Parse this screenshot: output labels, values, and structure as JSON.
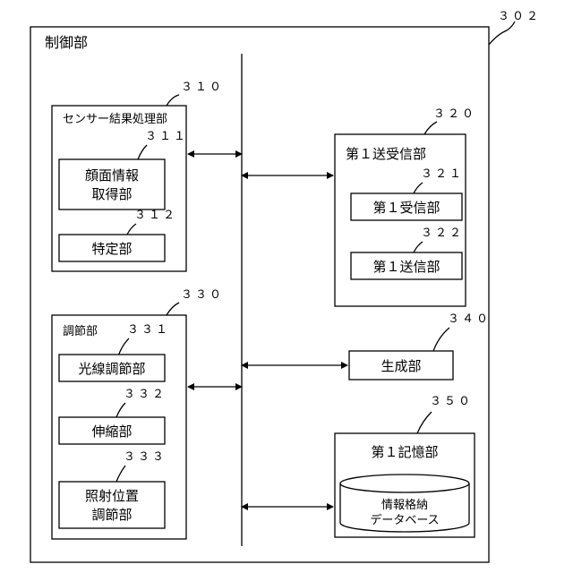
{
  "diagram": {
    "ref_main": "３０２",
    "main_title": "制御部",
    "sensor": {
      "ref": "３１０",
      "title": "センサー結果処理部",
      "face": {
        "ref": "３１１",
        "line1": "顔面情報",
        "line2": "取得部"
      },
      "identify": {
        "ref": "３１２",
        "label": "特定部"
      }
    },
    "comm": {
      "ref": "３２０",
      "title": "第１送受信部",
      "receiver": {
        "ref": "３２１",
        "label": "第１受信部"
      },
      "sender": {
        "ref": "３２２",
        "label": "第１送信部"
      }
    },
    "adjust": {
      "ref": "３３０",
      "title": "調節部",
      "ray": {
        "ref": "３３１",
        "label": "光線調節部"
      },
      "stretch": {
        "ref": "３３２",
        "label": "伸縮部"
      },
      "position": {
        "ref": "３３３",
        "line1": "照射位置",
        "line2": "調節部"
      }
    },
    "generator": {
      "ref": "３４０",
      "label": "生成部"
    },
    "memory": {
      "ref": "３５０",
      "title": "第１記憶部",
      "db": {
        "line1": "情報格納",
        "line2": "データベース"
      }
    }
  }
}
